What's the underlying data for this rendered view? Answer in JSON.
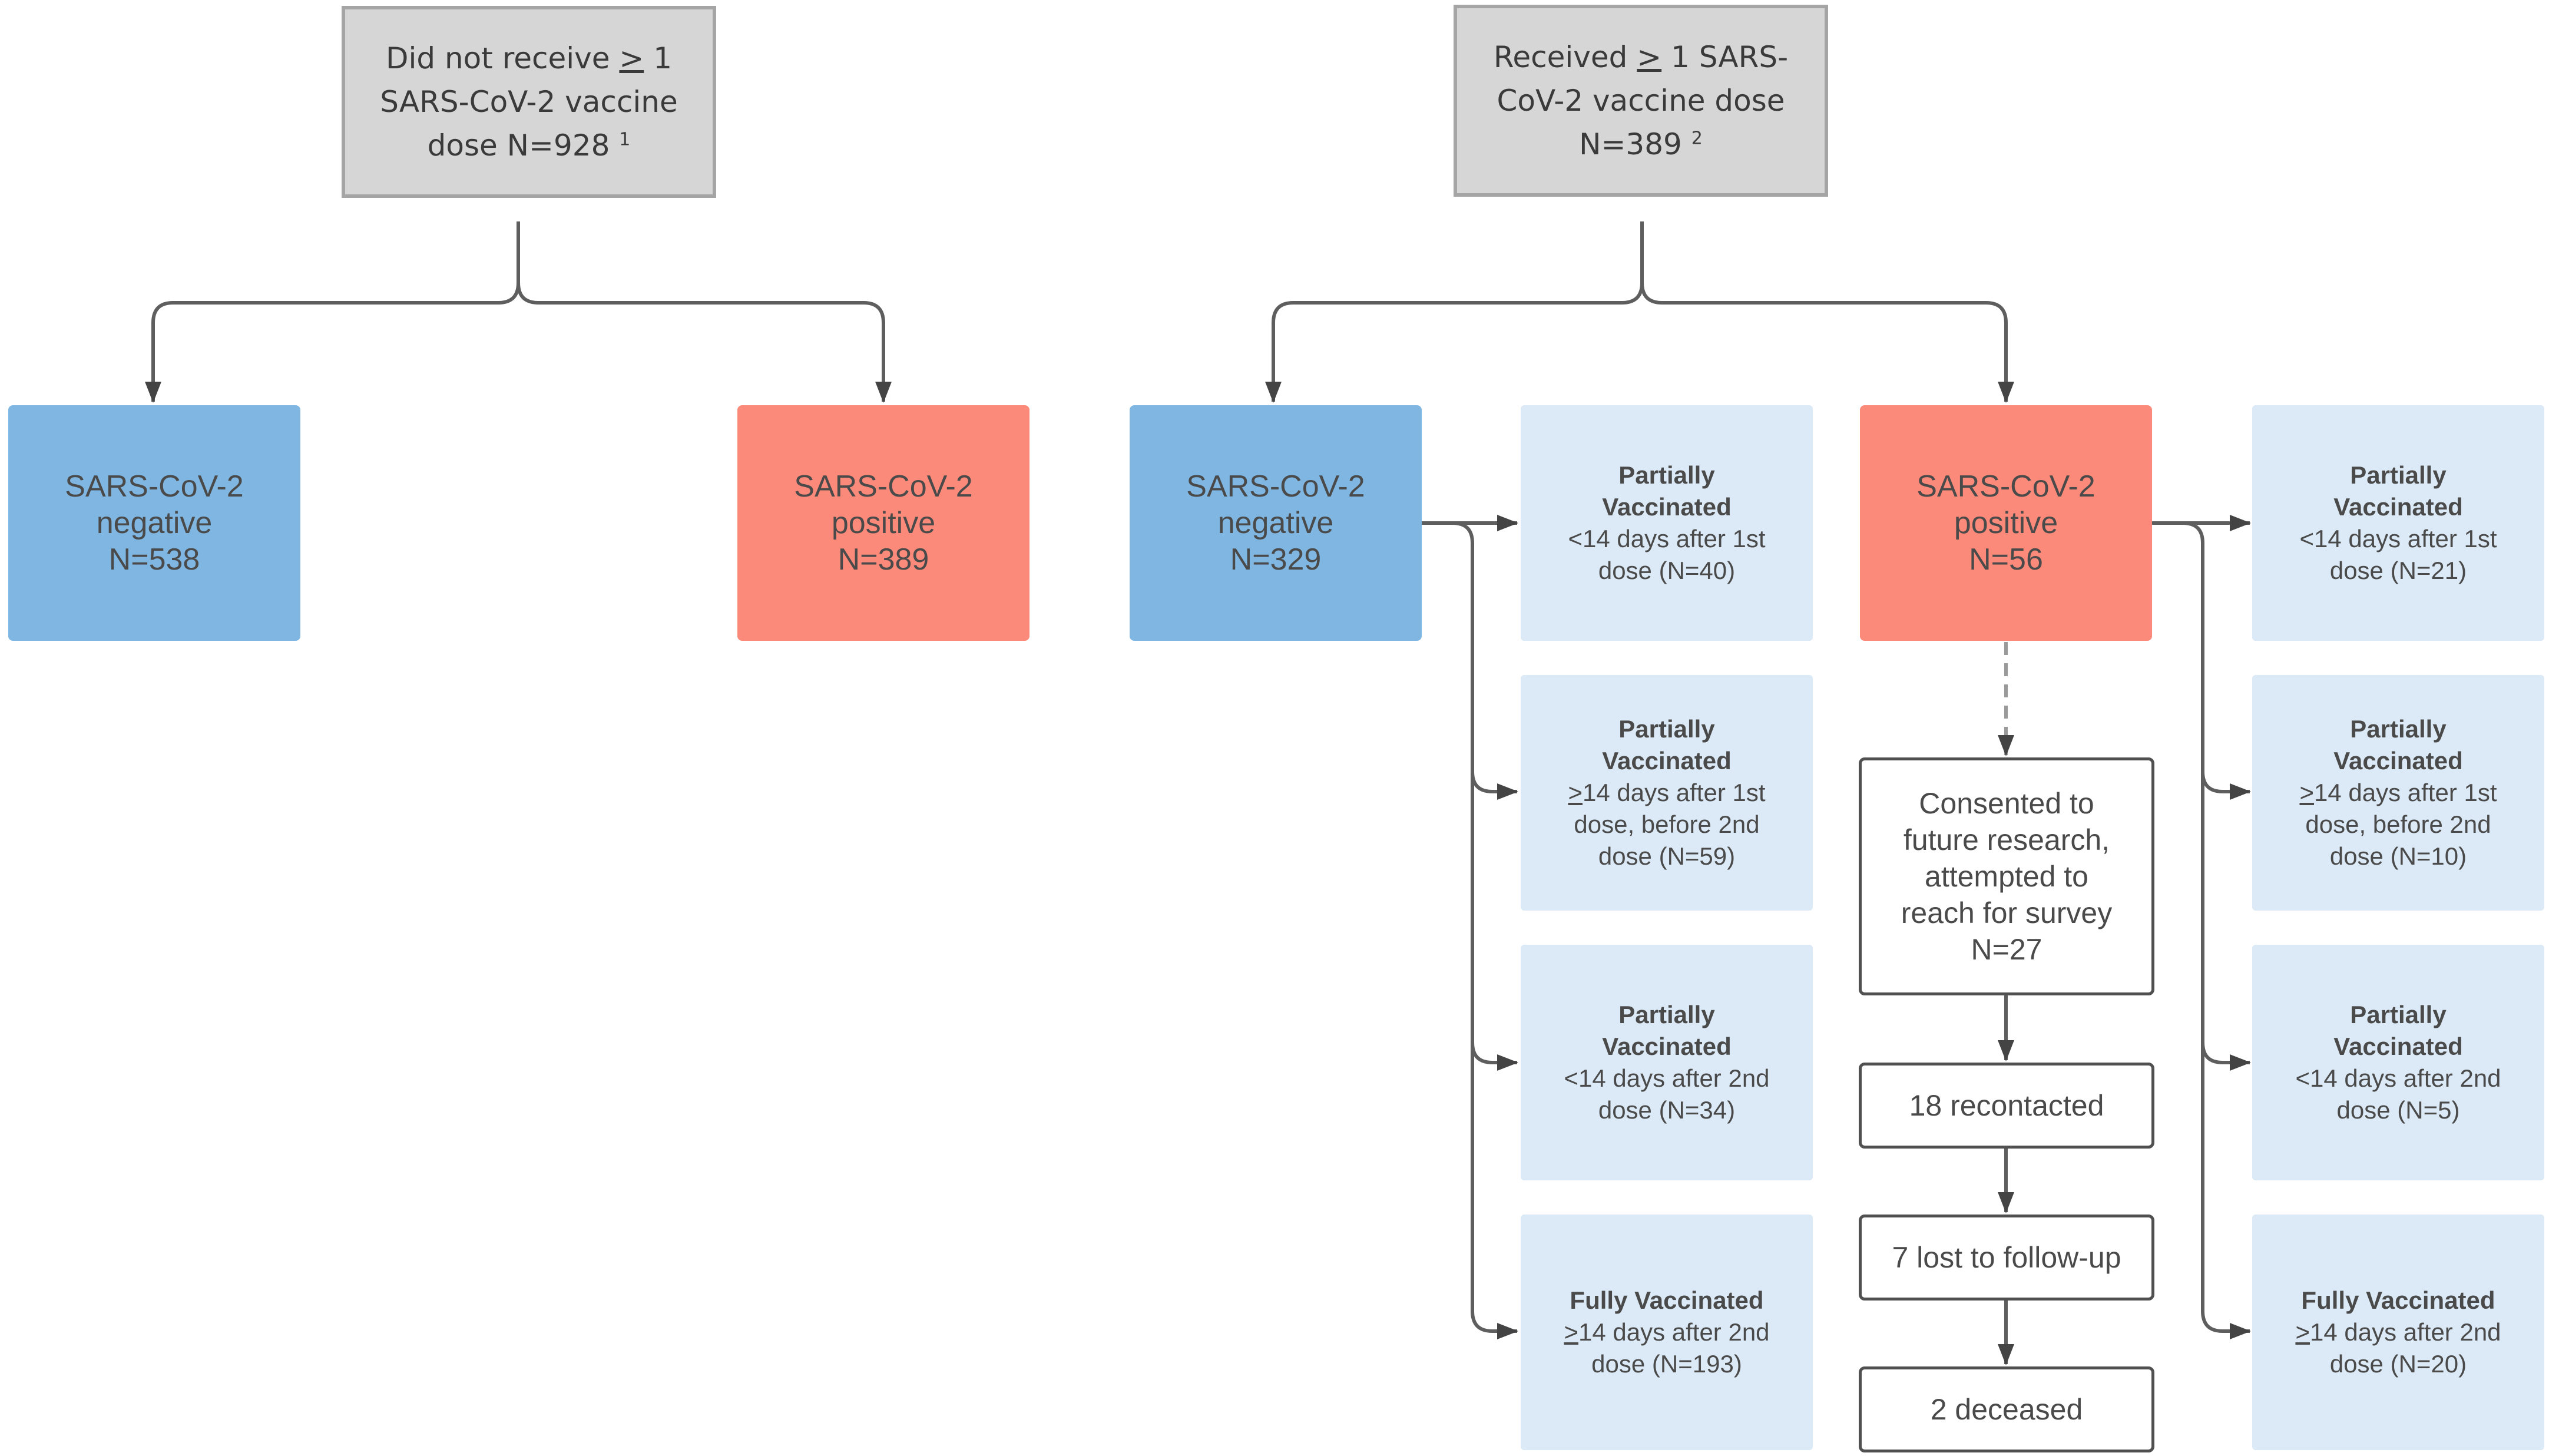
{
  "top_left": {
    "line1_a": "Did not receive ",
    "line1_sym": ">",
    "line1_b": " 1",
    "line2": "SARS-CoV-2 vaccine",
    "line3": "dose N=928",
    "footnote": "1"
  },
  "top_right": {
    "line1_a": "Received ",
    "line1_sym": ">",
    "line1_b": " 1 SARS-",
    "line2": "CoV-2 vaccine dose",
    "line3": "N=389",
    "footnote": "2"
  },
  "neg_left": {
    "line1": "SARS-CoV-2",
    "line2": "negative",
    "line3": "N=538"
  },
  "pos_left": {
    "line1": "SARS-CoV-2",
    "line2": "positive",
    "line3": "N=389"
  },
  "neg_right": {
    "line1": "SARS-CoV-2",
    "line2": "negative",
    "line3": "N=329"
  },
  "pos_right": {
    "line1": "SARS-CoV-2",
    "line2": "positive",
    "line3": "N=56"
  },
  "neg_sub": [
    {
      "h1": "Partially",
      "h2": "Vaccinated",
      "l1": "<14 days after 1st",
      "l2": "dose (N=40)"
    },
    {
      "h1": "Partially",
      "h2": "Vaccinated",
      "l1_sym": ">",
      "l1": "14 days after 1st",
      "l2": "dose, before 2nd",
      "l3": "dose (N=59)"
    },
    {
      "h1": "Partially",
      "h2": "Vaccinated",
      "l1": "<14 days after 2nd",
      "l2": "dose (N=34)"
    },
    {
      "h1": "Fully Vaccinated",
      "l1_sym": ">",
      "l1": "14 days after 2nd",
      "l2": "dose (N=193)"
    }
  ],
  "pos_sub": [
    {
      "h1": "Partially",
      "h2": "Vaccinated",
      "l1": "<14 days after 1st",
      "l2": "dose (N=21)"
    },
    {
      "h1": "Partially",
      "h2": "Vaccinated",
      "l1_sym": ">",
      "l1": "14 days after 1st",
      "l2": "dose, before 2nd",
      "l3": "dose (N=10)"
    },
    {
      "h1": "Partially",
      "h2": "Vaccinated",
      "l1": "<14 days after 2nd",
      "l2": "dose (N=5)"
    },
    {
      "h1": "Fully Vaccinated",
      "l1_sym": ">",
      "l1": "14 days after 2nd",
      "l2": "dose (N=20)"
    }
  ],
  "followup": {
    "consented": [
      "Consented to",
      "future research,",
      "attempted to",
      "reach for survey",
      "N=27"
    ],
    "recontacted": "18 recontacted",
    "lost": "7 lost to follow-up",
    "deceased": "2 deceased"
  },
  "colors": {
    "negative": "#80b7e2",
    "positive": "#fc8a7b",
    "subgroup": "#dbeaf6",
    "header": "#d6d6d6",
    "connector": "#5a5a5a"
  }
}
